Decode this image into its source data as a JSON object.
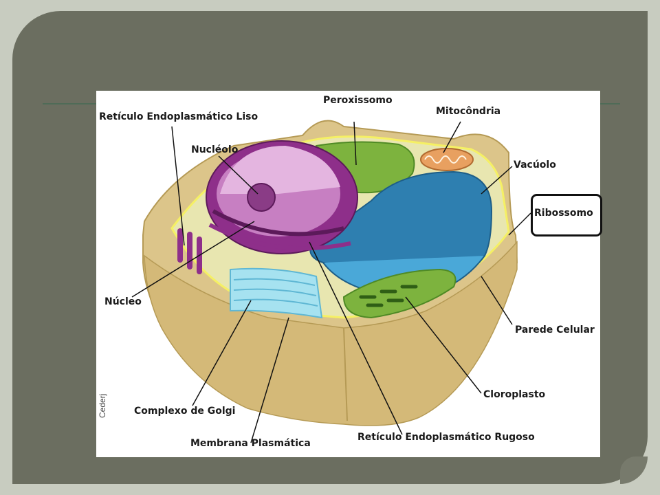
{
  "labels": {
    "smooth_er": "Retículo Endoplasmático Liso",
    "nucleolus": "Nucléolo",
    "peroxisome": "Peroxissomo",
    "mitochondria": "Mitocôndria",
    "vacuole": "Vacúolo",
    "ribosome": "Ribossomo",
    "nucleus": "Núcleo",
    "cell_wall": "Parede Celular",
    "chloroplast": "Cloroplasto",
    "golgi": "Complexo de Golgi",
    "plasma_membrane": "Membrana Plasmática",
    "rough_er": "Retículo Endoplasmático Rugoso"
  },
  "credit": "Cederj",
  "colors": {
    "background": "#6b6e60",
    "cell_wall": "#dcc58a",
    "nucleus": "#8e2f8a",
    "vacuole": "#2e7fb0",
    "chloroplast": "#7db33e",
    "golgi": "#a6e2f0",
    "membrane": "#f5f064"
  }
}
